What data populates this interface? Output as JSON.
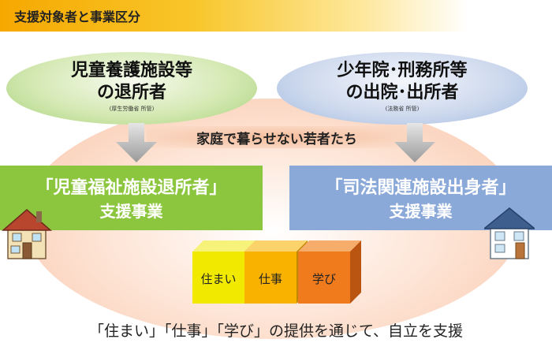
{
  "header": {
    "title": "支援対象者と事業区分"
  },
  "top_left": {
    "title_line1": "児童養護施設等",
    "title_line2": "の退所者",
    "note": "(厚生労働省 所管)"
  },
  "top_right": {
    "title_line1": "少年院･刑務所等",
    "title_line2": "の出院･出所者",
    "note": "(法務省 所管)"
  },
  "band": {
    "text": "家庭で暮らせない若者たち"
  },
  "program_left": {
    "line1": "「児童福祉施設退所者」",
    "line2": "支援事業",
    "color": "#8cc63f"
  },
  "program_right": {
    "line1": "「司法関連施設出身者」",
    "line2": "支援事業",
    "color": "#8aa8d8"
  },
  "cubes": [
    {
      "label": "住まい",
      "front": "#f1ea00",
      "top": "#f7f27a",
      "side": "#b9b200"
    },
    {
      "label": "仕事",
      "front": "#f9b200",
      "top": "#fcd36a",
      "side": "#bf8800"
    },
    {
      "label": "学び",
      "front": "#f07b1c",
      "top": "#f6ad6c",
      "side": "#b95510"
    }
  ],
  "footer": {
    "text": "「住まい」「仕事」「学び」の提供を通じて、自立を支援"
  }
}
